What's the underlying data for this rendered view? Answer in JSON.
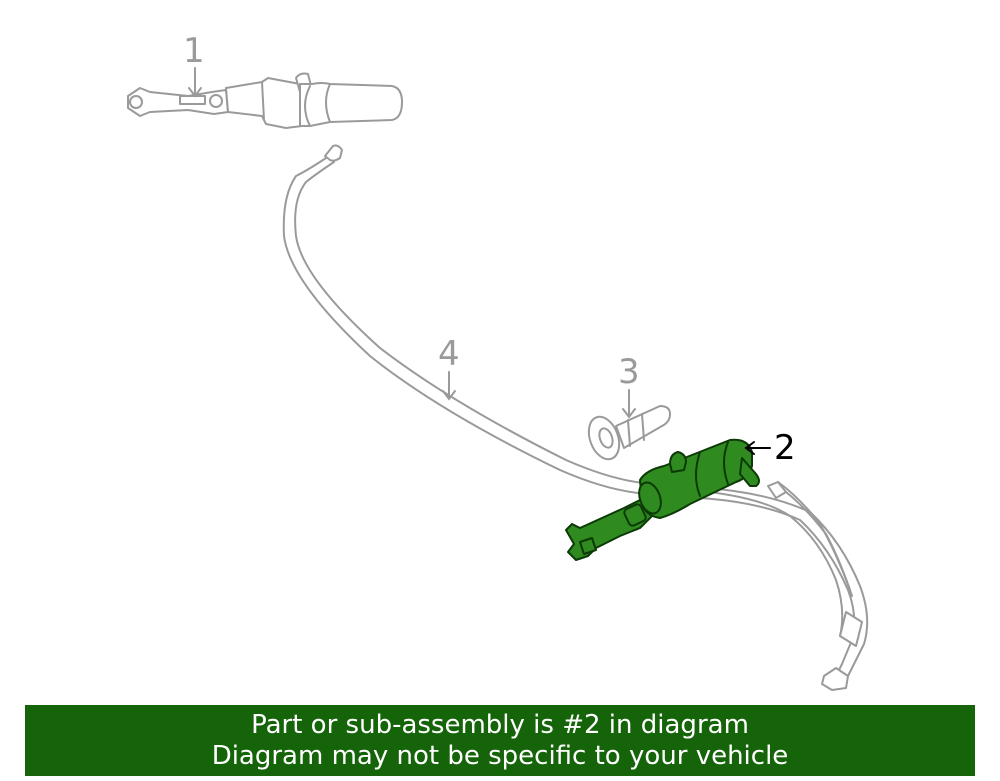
{
  "callouts": {
    "part1": "1",
    "part2": "2",
    "part3": "3",
    "part4": "4"
  },
  "banner": {
    "line1": "Part or sub-assembly is #2 in diagram",
    "line2": "Diagram may not be specific to your vehicle"
  },
  "colors": {
    "highlight": "#2f8a1f",
    "highlight_dark": "#0c3a06",
    "outline": "#9a9a9a",
    "banner": "#156409"
  },
  "highlighted_part": "2"
}
